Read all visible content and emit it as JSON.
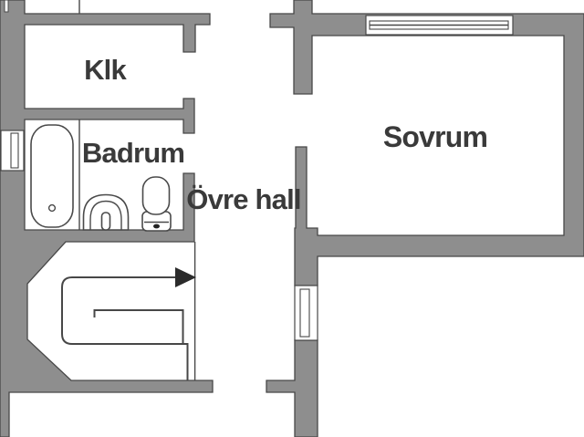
{
  "plan": {
    "kind": "floor-plan",
    "rooms": [
      {
        "id": "klk",
        "label": "Klk"
      },
      {
        "id": "badrum",
        "label": "Badrum"
      },
      {
        "id": "ovre-hall",
        "label": "Övre hall"
      },
      {
        "id": "sovrum",
        "label": "Sovrum"
      }
    ],
    "fixtures": [
      {
        "name": "bathtub-icon",
        "room": "Badrum"
      },
      {
        "name": "sink-icon",
        "room": "Badrum"
      },
      {
        "name": "toilet-icon",
        "room": "Badrum"
      }
    ],
    "stairs": {
      "name": "staircase-icon",
      "shape": "U-turn",
      "arrow_direction": "right"
    },
    "windows": [
      {
        "name": "window-icon",
        "location": "left exterior wall"
      },
      {
        "name": "window-icon",
        "location": "top exterior wall of Sovrum"
      },
      {
        "name": "window-icon",
        "location": "wall below Sovrum"
      }
    ],
    "palette": {
      "wall_fill": "#8e8e8e",
      "wall_outline": "#484848",
      "floor": "#ffffff",
      "label_color": "#3a3a3a",
      "arrow_fill": "#2b2b2b"
    }
  }
}
